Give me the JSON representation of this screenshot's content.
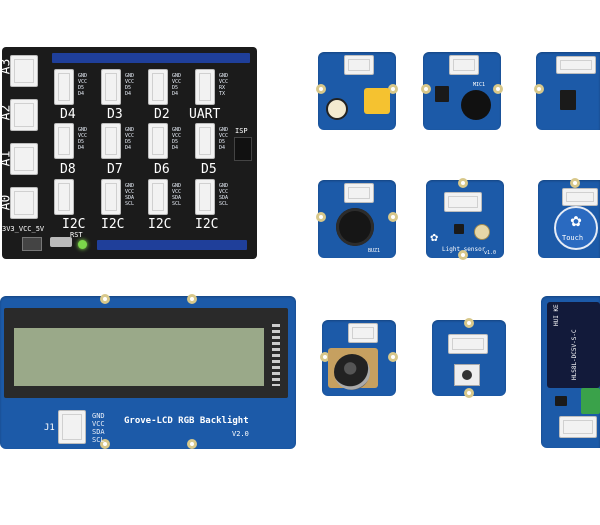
{
  "base_shield": {
    "port_labels_left": [
      "A3",
      "A2",
      "A1",
      "A0"
    ],
    "port_labels_row1": [
      "D4",
      "D3",
      "D2",
      "UART"
    ],
    "port_labels_row2": [
      "D8",
      "D7",
      "D6",
      "D5"
    ],
    "port_labels_row3": [
      "I2C",
      "I2C",
      "I2C",
      "I2C"
    ],
    "port_label_bottom_left": "I2C",
    "pin_labels_digital": "GND\nVCC\nD5\nD4",
    "pin_labels_uart": "GND\nVCC\nRX\nTX",
    "pin_labels_i2c": "GND\nVCC\nSDA\nSCL",
    "isp_label": "ISP",
    "power_switch_label": "3V3_VCC_5V",
    "reset_label": "RST"
  },
  "lcd_module": {
    "title": "Grove-LCD RGB Backlight",
    "version": "V2.0",
    "connector_label": "J1",
    "pins": [
      "GND",
      "VCC",
      "SDA",
      "SCL"
    ]
  },
  "modules": {
    "light_sensor_label": "Light sensor",
    "light_sensor_version": "v1.0",
    "touch_label": "Touch",
    "relay_brand": "HUI KE",
    "relay_model": "HLS8L-DC5V-S-C",
    "mic_label": "MIC1",
    "buzzer_label": "BUZ1"
  },
  "colors": {
    "pcb_blue": "#1c5aa8",
    "shield_black": "#1b1b1b",
    "lcd_screen": "#9aa989",
    "connector_white": "#f2f2f2"
  }
}
